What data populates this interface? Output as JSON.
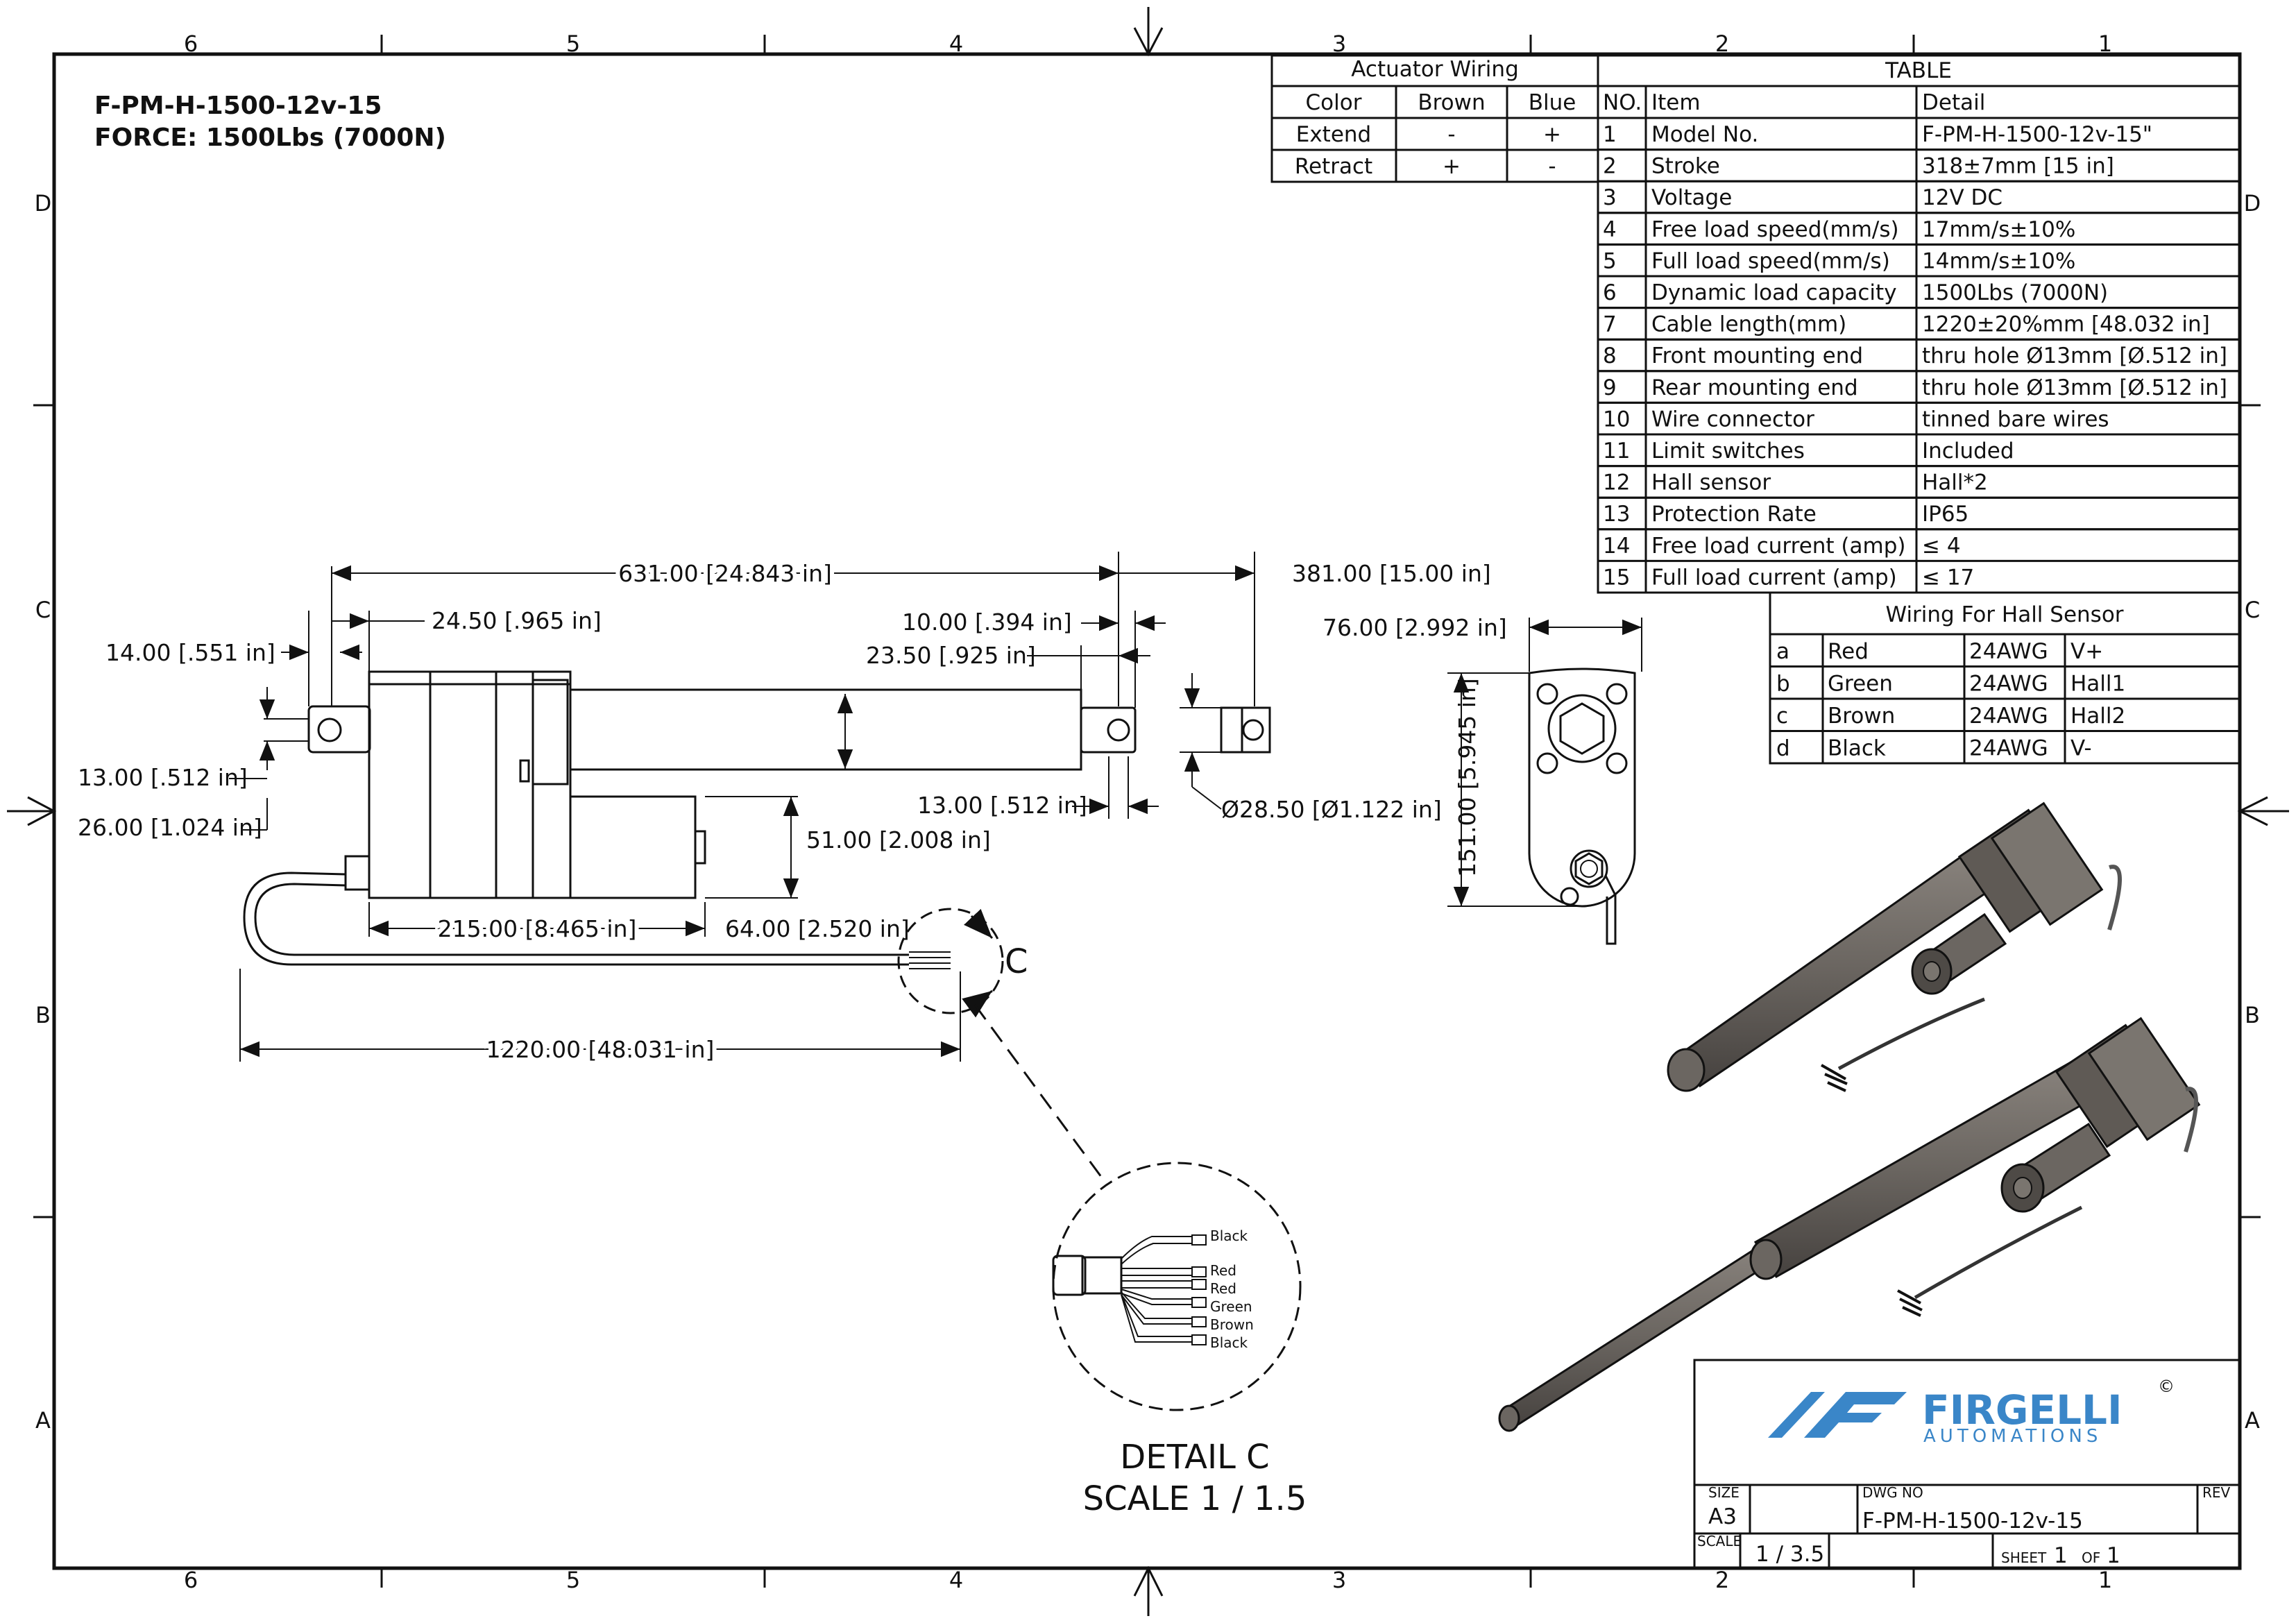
{
  "title_block": {
    "model_line": "F-PM-H-1500-12v-15",
    "force_line": "FORCE: 1500Lbs (7000N)"
  },
  "zones": {
    "columns": [
      "6",
      "5",
      "4",
      "3",
      "2",
      "1"
    ],
    "rows": [
      "D",
      "C",
      "B",
      "A"
    ]
  },
  "actuator_wiring": {
    "title": "Actuator Wiring",
    "headers": [
      "Color",
      "Brown",
      "Blue"
    ],
    "rows": [
      [
        "Extend",
        "-",
        "+"
      ],
      [
        "Retract",
        "+",
        "-"
      ]
    ]
  },
  "spec_table": {
    "title": "TABLE",
    "headers": [
      "NO.",
      "Item",
      "Detail"
    ],
    "rows": [
      [
        "1",
        "Model No.",
        "F-PM-H-1500-12v-15\""
      ],
      [
        "2",
        "Stroke",
        "318±7mm [15 in]"
      ],
      [
        "3",
        "Voltage",
        "12V DC"
      ],
      [
        "4",
        "Free load speed(mm/s)",
        "17mm/s±10%"
      ],
      [
        "5",
        "Full load speed(mm/s)",
        "14mm/s±10%"
      ],
      [
        "6",
        "Dynamic load capacity",
        "1500Lbs (7000N)"
      ],
      [
        "7",
        "Cable length(mm)",
        "1220±20%mm [48.032 in]"
      ],
      [
        "8",
        "Front mounting end",
        "thru hole Ø13mm [Ø.512 in]"
      ],
      [
        "9",
        "Rear mounting end",
        "thru hole Ø13mm [Ø.512 in]"
      ],
      [
        "10",
        "Wire connector",
        "tinned bare wires"
      ],
      [
        "11",
        "Limit switches",
        "Included"
      ],
      [
        "12",
        "Hall sensor",
        "Hall*2"
      ],
      [
        "13",
        "Protection Rate",
        "IP65"
      ],
      [
        "14",
        "Free load current (amp)",
        "≤ 4"
      ],
      [
        "15",
        "Full load current (amp)",
        "≤ 17"
      ]
    ]
  },
  "hall_wiring": {
    "title": "Wiring For Hall Sensor",
    "rows": [
      [
        "a",
        "Red",
        "24AWG",
        "V+"
      ],
      [
        "b",
        "Green",
        "24AWG",
        "Hall1"
      ],
      [
        "c",
        "Brown",
        "24AWG",
        "Hall2"
      ],
      [
        "d",
        "Black",
        "24AWG",
        "V-"
      ]
    ]
  },
  "dimensions": {
    "overall_length": "631.00 [24.843 in]",
    "stroke": "381.00 [15.00 in]",
    "rear_offset": "24.50 [.965 in]",
    "rear_eye": "14.00 [.551 in]",
    "front_tip": "10.00 [.394 in]",
    "front_eye_offset": "23.50 [.925 in]",
    "rear_hole": "13.00 [.512 in]",
    "rear_height": "26.00 [1.024 in]",
    "body_height": "51.00 [2.008 in]",
    "front_hole": "13.00 [.512 in]",
    "rod_diameter": "Ø28.50 [Ø1.122 in]",
    "gearbox_length": "215.00 [8.465 in]",
    "motor_height": "64.00 [2.520 in]",
    "cable_length": "1220.00 [48.031 in]",
    "end_width": "76.00 [2.992 in]",
    "end_height": "151.00 [5.945 in]"
  },
  "detail_callout": {
    "letter": "C",
    "title": "DETAIL  C",
    "scale": "SCALE 1 / 1.5",
    "wires": [
      "Black",
      "Red",
      "Red",
      "Green",
      "Brown",
      "Black"
    ]
  },
  "logo": {
    "name": "FIRGELLI",
    "sub": "AUTOMATIONS",
    "mark": "©",
    "color": "#3a86c8"
  },
  "drawing_block": {
    "size_label": "SIZE",
    "size_value": "A3",
    "dwg_label": "DWG NO",
    "dwg_value": "F-PM-H-1500-12v-15",
    "rev_label": "REV",
    "scale_label": "SCALE",
    "scale_value": "1 / 3.5",
    "sheet_label": "SHEET",
    "sheet_value": "1",
    "of_label": "OF",
    "of_value": "1"
  }
}
